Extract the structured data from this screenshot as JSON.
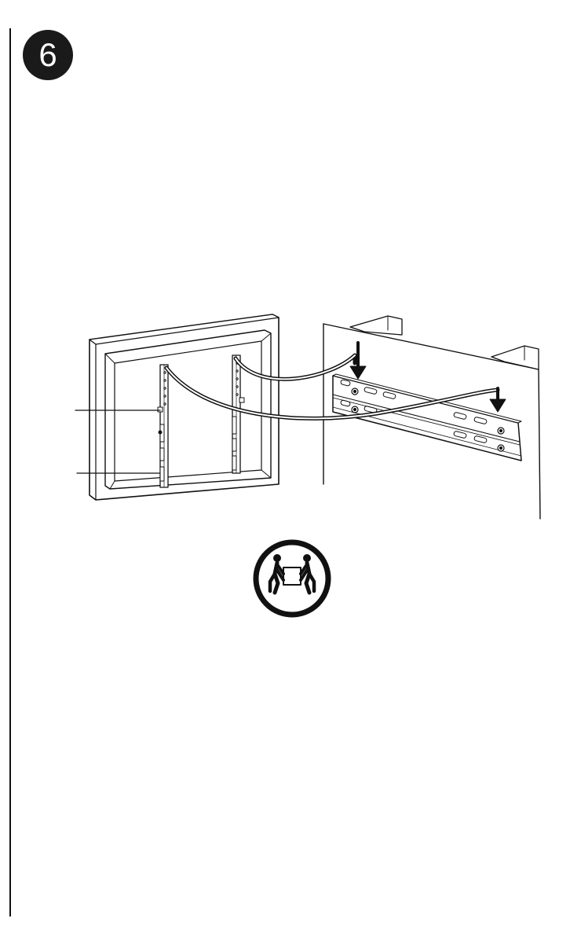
{
  "step": {
    "number": "6"
  },
  "illustration": {
    "subject": "tv-bracket-hooked-onto-wall-plate",
    "callout_count": 2
  },
  "safety_icon": {
    "icon": "two-person-lift-icon",
    "stroke_color": "#111111"
  },
  "colors": {
    "ink": "#111111",
    "paper": "#ffffff"
  }
}
